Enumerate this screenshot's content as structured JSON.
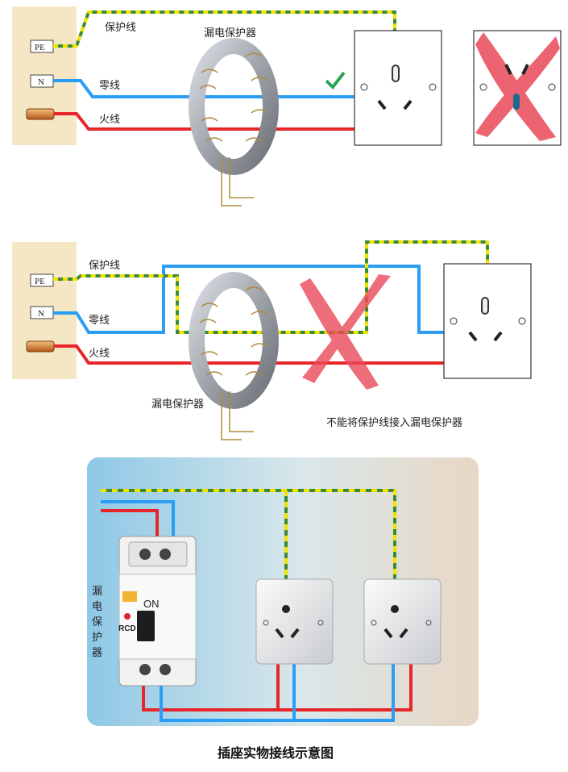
{
  "diagram1": {
    "pe_label": "PE",
    "n_label": "N",
    "protect_wire_label": "保护线",
    "neutral_wire_label": "零线",
    "live_wire_label": "火线",
    "rcd_label": "漏电保护器",
    "check_mark": "✓"
  },
  "diagram2": {
    "pe_label": "PE",
    "n_label": "N",
    "protect_wire_label": "保护线",
    "neutral_wire_label": "零线",
    "live_wire_label": "火线",
    "rcd_label": "漏电保护器",
    "warning_text": "不能将保护线接入漏电保护器"
  },
  "diagram3": {
    "rcd_vertical_label": [
      "漏",
      "电",
      "保",
      "护",
      "器"
    ],
    "device_on": "ON",
    "device_rcd": "RCD"
  },
  "caption": "插座实物接线示意图",
  "colors": {
    "neutral": "#2a9df4",
    "live": "#e8262a",
    "earth_green": "#3a8a3a",
    "earth_yellow": "#f2e200",
    "panel_bg": "#f5e7c4",
    "cross": "#e94a5a"
  }
}
